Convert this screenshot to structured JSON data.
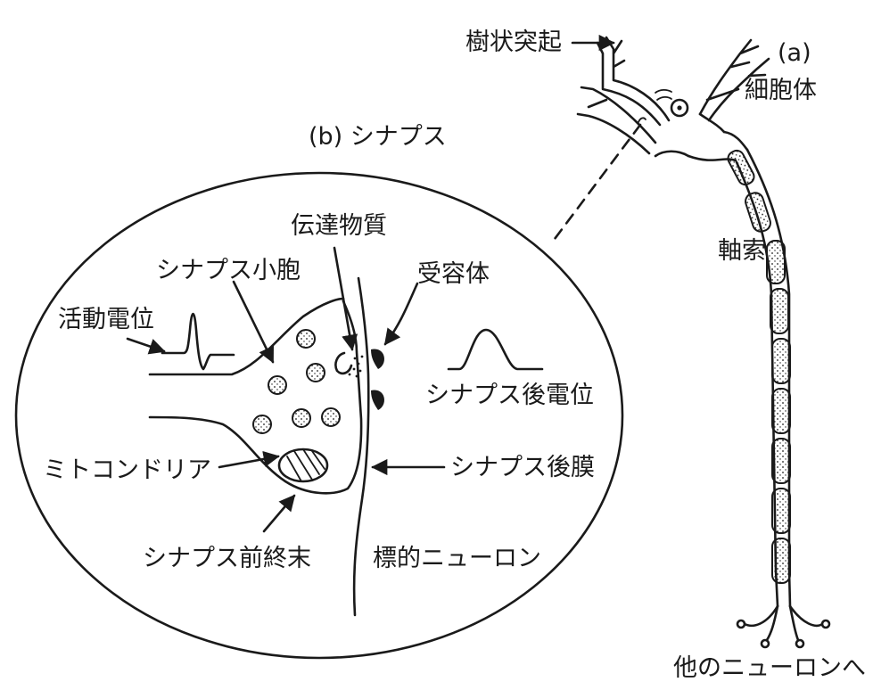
{
  "labels": {
    "dendrite": "樹状突起",
    "panel_a": "(a)",
    "cell_body": "細胞体",
    "panel_b": "(b) シナプス",
    "axon": "軸索",
    "neurotransmitter": "伝達物質",
    "synaptic_vesicle": "シナプス小胞",
    "receptor": "受容体",
    "action_potential": "活動電位",
    "postsynaptic_potential": "シナプス後電位",
    "mitochondria": "ミトコンドリア",
    "postsynaptic_membrane": "シナプス後膜",
    "presynaptic_terminal": "シナプス前終末",
    "target_neuron": "標的ニューロン",
    "to_other_neurons": "他のニューロンへ"
  }
}
